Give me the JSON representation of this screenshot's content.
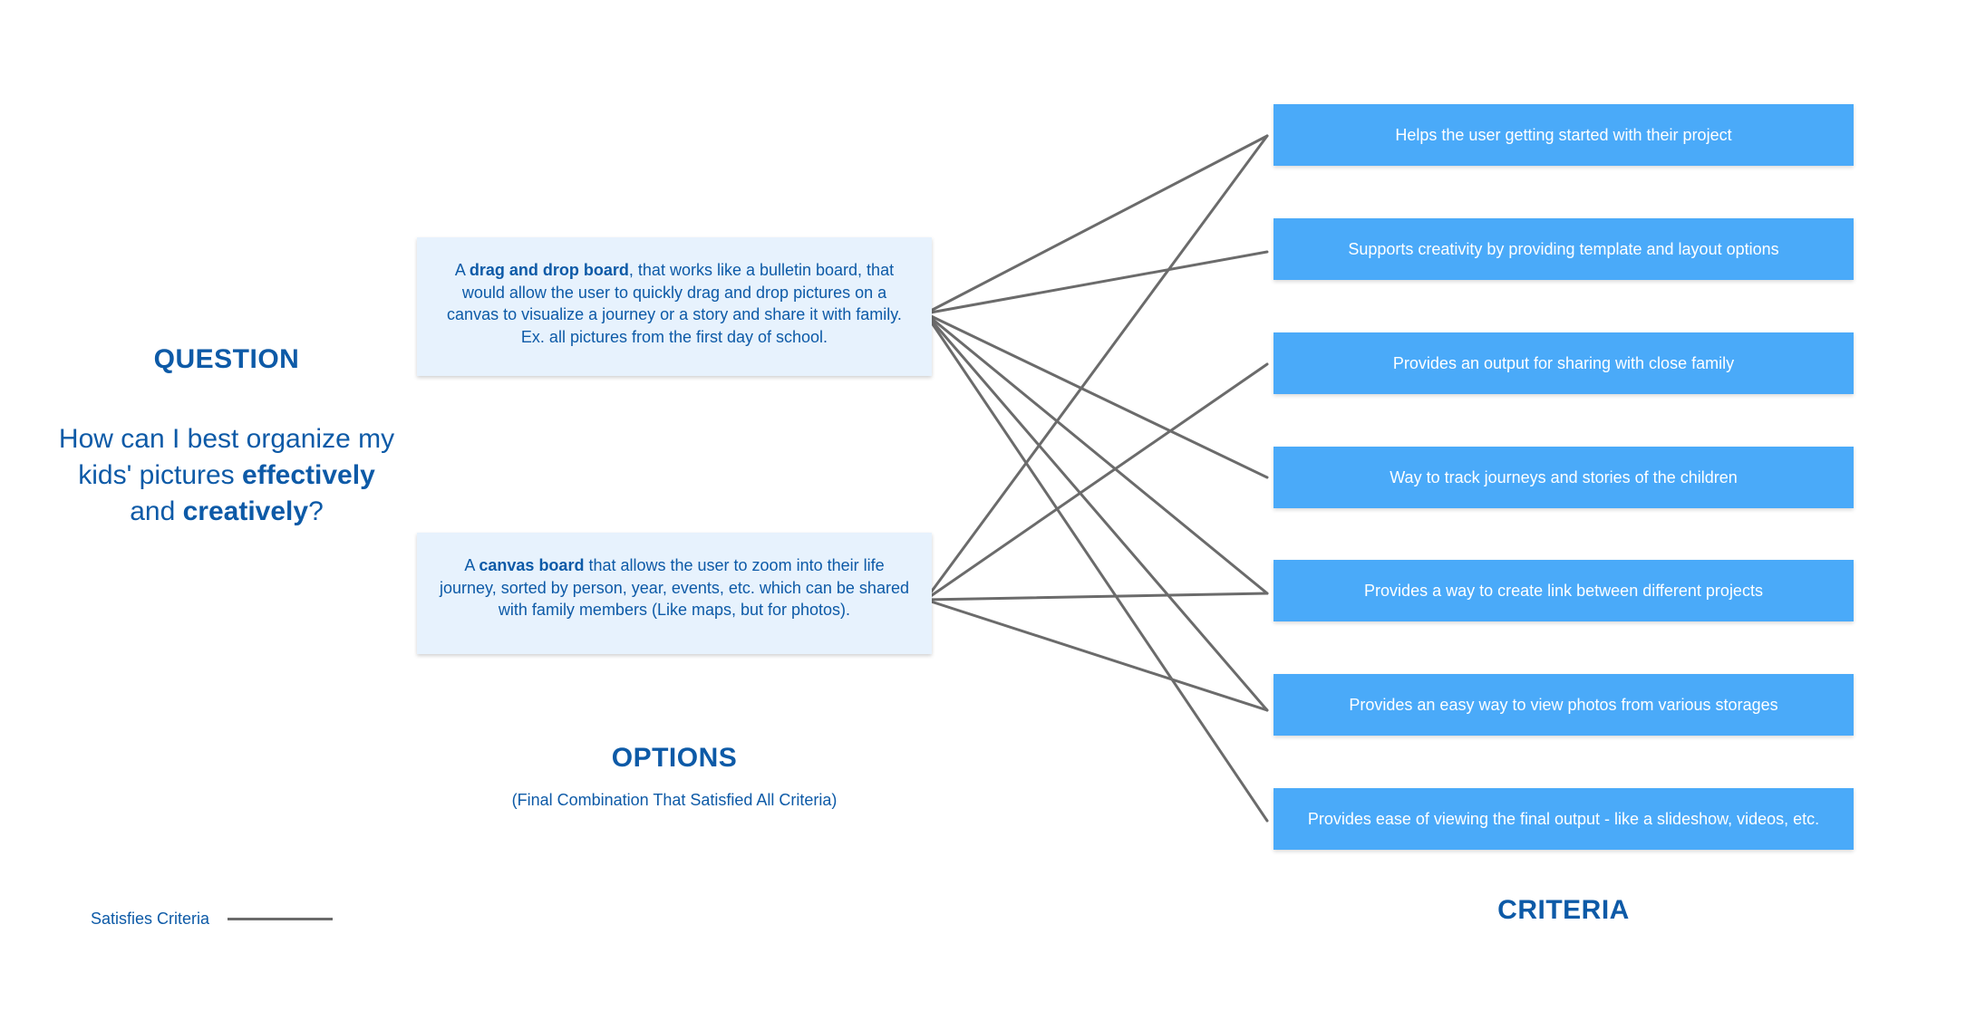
{
  "question": {
    "heading": "QUESTION",
    "text_1": "How can I best organize my kids' pictures ",
    "bold_1": "effectively",
    "text_2": " and ",
    "bold_2": "creatively",
    "text_3": "?"
  },
  "options": {
    "heading": "OPTIONS",
    "subheading": "(Final Combination That Satisfied All Criteria)",
    "items": [
      {
        "pre": "A ",
        "bold": "drag and drop board",
        "post": ", that works like a bulletin board, that would allow the user to quickly drag and drop pictures on a canvas to visualize a journey or a story and share it with family. Ex. all pictures from the first day of school."
      },
      {
        "pre": "A ",
        "bold": "canvas board",
        "post": " that allows the user to zoom into their life journey, sorted by person, year, events, etc. which can be shared with family members (Like maps, but for photos)."
      }
    ]
  },
  "criteria": {
    "heading": "CRITERIA",
    "items": [
      "Helps the user getting started with their project",
      "Supports creativity by providing template and layout options",
      "Provides an output for sharing with close family",
      "Way to track journeys and stories of the children",
      "Provides a way to create link between different projects",
      "Provides an easy way to view photos from various storages",
      "Provides ease of viewing the final output - like a slideshow, videos, etc."
    ]
  },
  "links": [
    {
      "option": 0,
      "criterion": 0
    },
    {
      "option": 0,
      "criterion": 1
    },
    {
      "option": 0,
      "criterion": 3
    },
    {
      "option": 0,
      "criterion": 4
    },
    {
      "option": 0,
      "criterion": 5
    },
    {
      "option": 0,
      "criterion": 6
    },
    {
      "option": 1,
      "criterion": 0
    },
    {
      "option": 1,
      "criterion": 2
    },
    {
      "option": 1,
      "criterion": 4
    },
    {
      "option": 1,
      "criterion": 5
    }
  ],
  "legend": {
    "label": "Satisfies Criteria"
  },
  "colors": {
    "primary_text": "#0d5aa7",
    "criteria_fill": "#4aaaf9",
    "option_fill": "#e7f2fd",
    "link_line": "#6b6b6b"
  }
}
